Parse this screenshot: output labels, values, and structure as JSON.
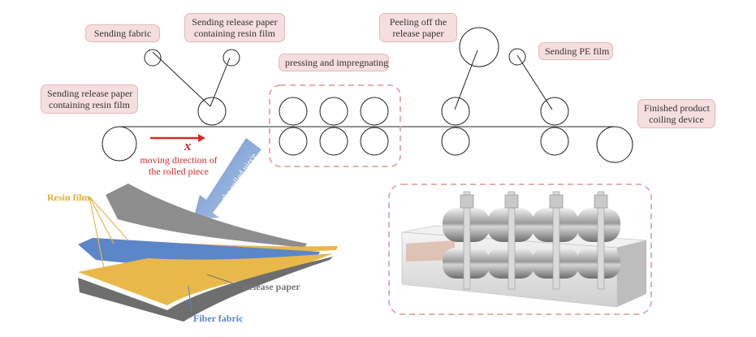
{
  "labels": {
    "sending_fabric": "Sending fabric",
    "sending_release_paper_top": [
      "Sending release paper",
      "containing resin film"
    ],
    "pressing": "pressing and impregnating",
    "peeling": [
      "Peeling off the",
      "release paper"
    ],
    "sending_pe": "Sending PE film",
    "sending_release_paper_left": [
      "Sending release paper",
      "containing resin film"
    ],
    "finished": [
      "Finished product",
      "coiling device"
    ],
    "x_symbol": "x",
    "moving_direction": [
      "moving direction of",
      "the rolled piece"
    ],
    "rolled_piece": "the rolled piece",
    "resin_film": "Resin film",
    "release_paper": "Release paper",
    "fiber_fabric": "Fiber fabric"
  },
  "colors": {
    "label_bg": "#f6dede",
    "label_border": "#e3b8b8",
    "red": "#d82a2a",
    "resin": "#e8b84a",
    "fiber": "#5b86c8",
    "paper": "#888888",
    "dashed": "#e0a8a8"
  }
}
